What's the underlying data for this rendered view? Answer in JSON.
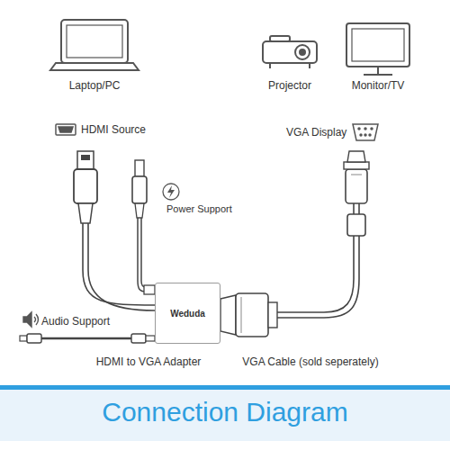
{
  "diagram": {
    "title": "Connection Diagram",
    "nodes": [
      {
        "text": [
          "Weduda"
        ]
      }
    ],
    "labels": [
      "Laptop/PC",
      "HDMI Source",
      "Power Support",
      "Audio Support",
      "HDMI to VGA Adapter",
      "Projector",
      "Monitor/TV",
      "VGA Display",
      "VGA Cable (sold seperately)"
    ]
  }
}
